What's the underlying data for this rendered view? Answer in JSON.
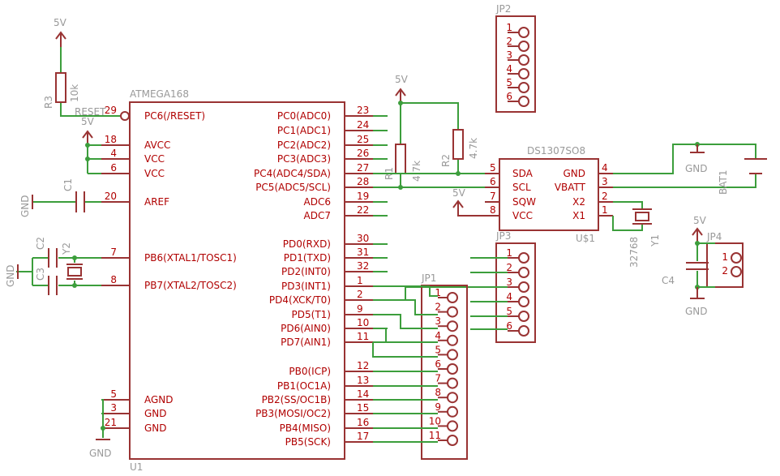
{
  "labels": {
    "v5_top": "5V",
    "v5_reset": "5V",
    "v5_r12": "5V",
    "v5_vcc8": "5V",
    "v5_jp4": "5V",
    "gnd_c1": "GND",
    "gnd_xtal": "GND",
    "gnd_u1": "GND",
    "gnd_bat": "GND",
    "gnd_c4": "GND",
    "r3": "R3",
    "r3_val": "10k",
    "r1": "R1",
    "r1_val": "4.7k",
    "r2": "R2",
    "r2_val": "4.7k",
    "c1": "C1",
    "c2": "C2",
    "c3": "C3",
    "c4": "C4",
    "y2": "Y2",
    "y1": "Y1",
    "y1_val": "32768",
    "reset": "RESET",
    "u1_name": "ATMEGA168",
    "u1_ref": "U1",
    "jp1": "JP1",
    "jp2": "JP2",
    "jp3": "JP3",
    "jp4": "JP4",
    "ds_name": "DS1307SO8",
    "ds_ref": "U$1",
    "bat": "BAT1"
  },
  "u1_left_pins": [
    {
      "num": "29",
      "name": "PC6(/RESET)"
    },
    {
      "num": "18",
      "name": "AVCC"
    },
    {
      "num": "4",
      "name": "VCC"
    },
    {
      "num": "6",
      "name": "VCC"
    },
    {
      "num": "20",
      "name": "AREF"
    },
    {
      "num": "7",
      "name": "PB6(XTAL1/TOSC1)"
    },
    {
      "num": "8",
      "name": "PB7(XTAL2/TOSC2)"
    },
    {
      "num": "5",
      "name": "AGND"
    },
    {
      "num": "3",
      "name": "GND"
    },
    {
      "num": "21",
      "name": "GND"
    }
  ],
  "u1_right_pins": [
    {
      "num": "23",
      "name": "PC0(ADC0)"
    },
    {
      "num": "24",
      "name": "PC1(ADC1)"
    },
    {
      "num": "25",
      "name": "PC2(ADC2)"
    },
    {
      "num": "26",
      "name": "PC3(ADC3)"
    },
    {
      "num": "27",
      "name": "PC4(ADC4/SDA)"
    },
    {
      "num": "28",
      "name": "PC5(ADC5/SCL)"
    },
    {
      "num": "19",
      "name": "ADC6"
    },
    {
      "num": "22",
      "name": "ADC7"
    },
    {
      "num": "30",
      "name": "PD0(RXD)"
    },
    {
      "num": "31",
      "name": "PD1(TXD)"
    },
    {
      "num": "32",
      "name": "PD2(INT0)"
    },
    {
      "num": "1",
      "name": "PD3(INT1)"
    },
    {
      "num": "2",
      "name": "PD4(XCK/T0)"
    },
    {
      "num": "9",
      "name": "PD5(T1)"
    },
    {
      "num": "10",
      "name": "PD6(AIN0)"
    },
    {
      "num": "11",
      "name": "PD7(AIN1)"
    },
    {
      "num": "12",
      "name": "PB0(ICP)"
    },
    {
      "num": "13",
      "name": "PB1(OC1A)"
    },
    {
      "num": "14",
      "name": "PB2(SS/OC1B)"
    },
    {
      "num": "15",
      "name": "PB3(MOSI/OC2)"
    },
    {
      "num": "16",
      "name": "PB4(MISO)"
    },
    {
      "num": "17",
      "name": "PB5(SCK)"
    }
  ],
  "ds_left_pins": [
    {
      "num": "5",
      "name": "SDA"
    },
    {
      "num": "6",
      "name": "SCL"
    },
    {
      "num": "7",
      "name": "SQW"
    },
    {
      "num": "8",
      "name": "VCC"
    }
  ],
  "ds_right_pins": [
    {
      "num": "4",
      "name": "GND"
    },
    {
      "num": "3",
      "name": "VBATT"
    },
    {
      "num": "2",
      "name": "X2"
    },
    {
      "num": "1",
      "name": "X1"
    }
  ],
  "jp1_pins": [
    "1",
    "2",
    "3",
    "4",
    "5",
    "6",
    "7",
    "8",
    "9",
    "10",
    "11"
  ],
  "jp2_pins": [
    "1",
    "2",
    "3",
    "4",
    "5",
    "6"
  ],
  "jp3_pins": [
    "1",
    "2",
    "3",
    "4",
    "5",
    "6"
  ],
  "jp4_pins": [
    "1",
    "2"
  ]
}
